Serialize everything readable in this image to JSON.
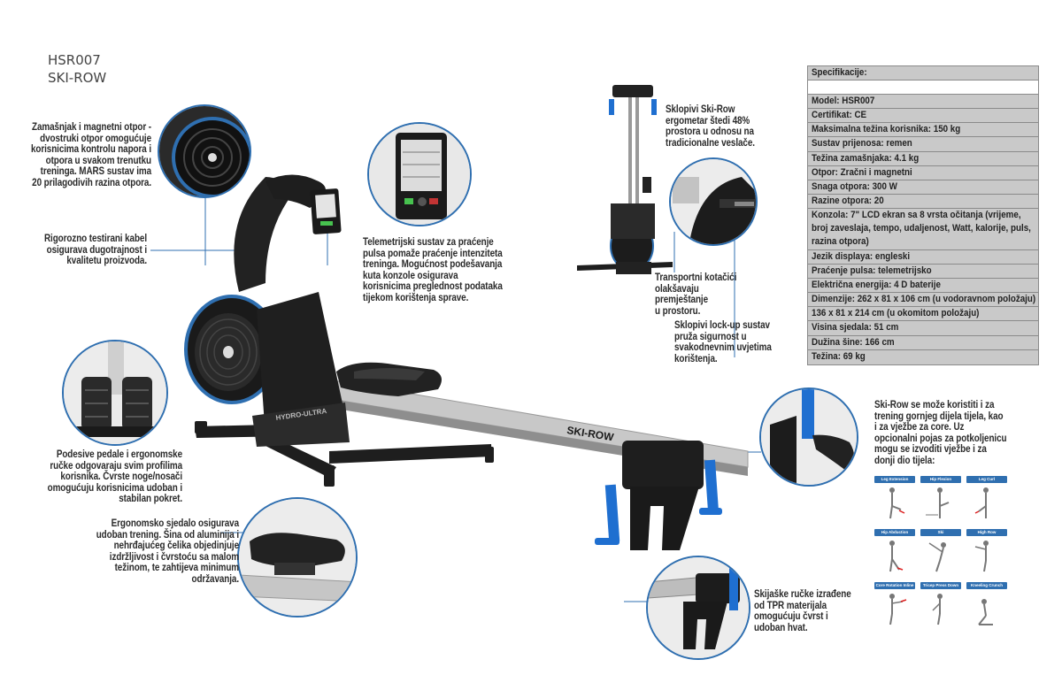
{
  "header": {
    "model_code": "HSR007",
    "model_name": "SKI-ROW"
  },
  "callouts": {
    "flywheel": [
      "Zamašnjak i magnetni otpor -",
      "dvostruki otpor omogućuje",
      "korisnicima kontrolu napora i",
      "otpora u svakom trenutku",
      "treninga. MARS sustav ima",
      "20 prilagodivih razina otpora."
    ],
    "cable": [
      "Rigorozno testirani kabel",
      "osigurava dugotrajnost i",
      "kvalitetu proizvoda."
    ],
    "telemetry": [
      "Telemetrijski sustav za praćenje",
      "pulsa pomaže praćenje intenziteta",
      "treninga. Mogućnost podešavanja",
      "kuta konzole osigurava",
      "korisnicima preglednost podataka",
      "tijekom korištenja sprave."
    ],
    "foldable": [
      "Sklopivi Ski-Row",
      "ergometar štedi 48%",
      "prostora u odnosu na",
      "tradicionalne veslače."
    ],
    "wheels": [
      "Transportni kotačići",
      "olakšavaju premještanje",
      "u prostoru."
    ],
    "lockup": [
      "Sklopivi lock-up sustav",
      "pruža sigurnost u",
      "svakodnevnim uvjetima",
      "korištenja."
    ],
    "pedals": [
      "Podesive pedale i ergonomske",
      "ručke odgovaraju svim profilima",
      "korisnika. Čvrste noge/nosači",
      "omogućuju korisnicima udoban i",
      "stabilan pokret."
    ],
    "seat": [
      "Ergonomsko sjedalo osigurava",
      "udoban trening. Šina od aluminija i",
      "nehrđajućeg čelika objedinjuje",
      "izdržljivost i čvrstoću sa malom",
      "težinom, te zahtijeva minimum",
      "održavanja."
    ],
    "handles": [
      "Skijaške ručke izrađene",
      "od TPR materijala",
      "omogućuju čvrst i",
      "udoban hvat."
    ],
    "skirow_use": [
      "Ski-Row se može koristiti i za",
      "trening gornjeg dijela tijela, kao",
      "i za vježbe za core. Uz",
      "opcionalni pojas za potkoljenicu",
      "mogu se izvoditi vježbe i za",
      "donji dio tijela:"
    ]
  },
  "machine": {
    "rail_label": "SKI-ROW",
    "flywheel_label": "HYDRO-ULTRA"
  },
  "spec": {
    "title": "Specifikacije:",
    "rows": [
      "Model: HSR007",
      "Certifikat: CE",
      "Maksimalna težina korisnika: 150 kg",
      "Sustav prijenosa: remen",
      "Težina zamašnjaka: 4.1 kg",
      "Otpor: Zračni i magnetni",
      "Snaga otpora: 300 W",
      "Razine otpora: 20",
      "Konzola: 7\" LCD ekran sa 8 vrsta očitanja (vrijeme, broj zaveslaja, tempo, udaljenost, Watt, kalorije, puls, razina otpora)",
      "Jezik displaya: engleski",
      "Praćenje pulsa: telemetrijsko",
      "Električna energija: 4 D baterije",
      "Dimenzije: 262 x 81 x 106 cm (u vodoravnom položaju)",
      "136 x 81 x 214 cm (u okomitom položaju)",
      "Visina sjedala: 51 cm",
      "Dužina šine: 166 cm",
      "Težina: 69 kg"
    ]
  },
  "exercises": [
    "Leg Extension",
    "Hip Flexion",
    "Leg Curl",
    "Hip Abduction",
    "Ski",
    "High Row",
    "Core Rotation Inline",
    "Tricep Press Down",
    "Kneeling Crunch"
  ],
  "colors": {
    "accent_blue": "#2f6fb0",
    "handle_blue": "#1f6fd0",
    "spec_grey": "#c9c9c9"
  }
}
